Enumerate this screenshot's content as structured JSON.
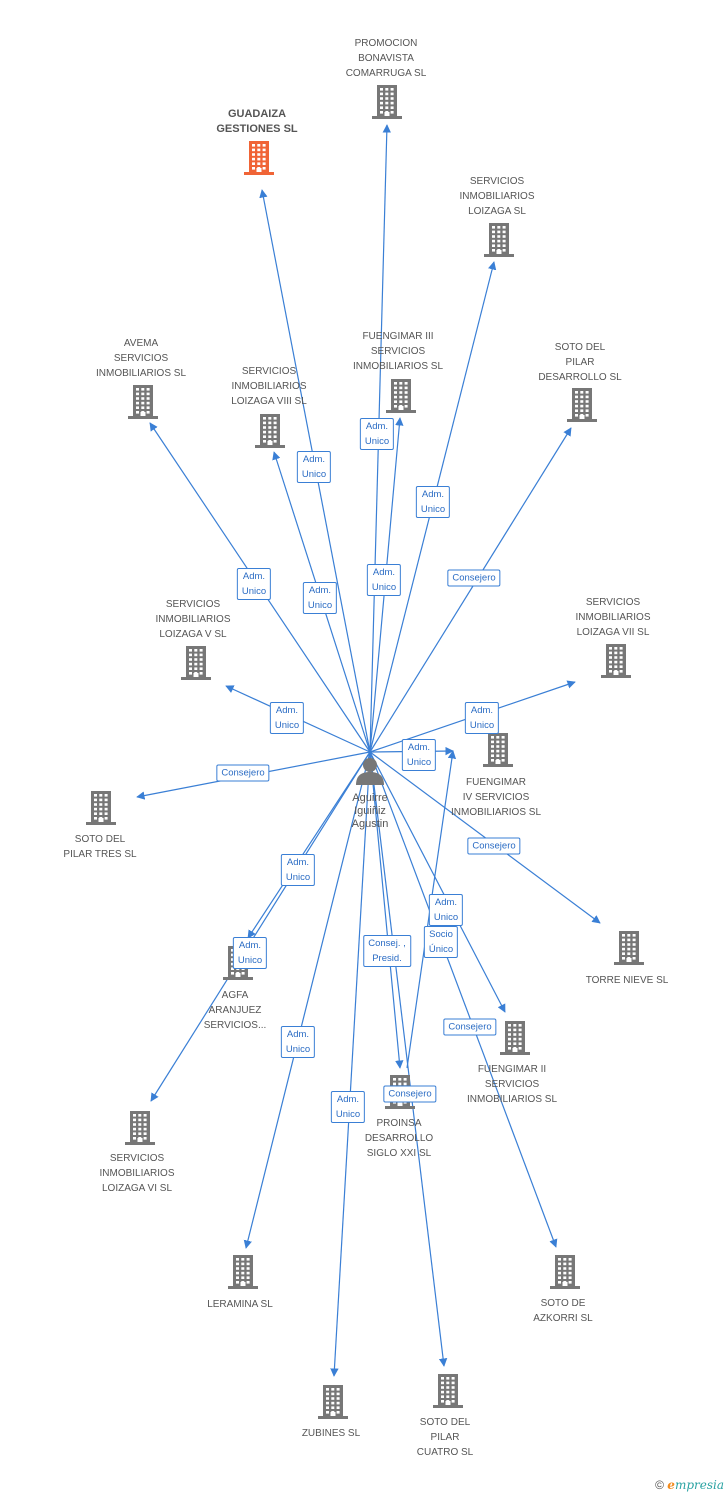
{
  "colors": {
    "edge": "#3a7fd5",
    "building": "#777777",
    "focus": "#f06436",
    "person": "#777777"
  },
  "person": {
    "id": "p",
    "label": "Aguirre\nIguiñiz\nAgustin",
    "icon": "person-icon"
  },
  "companies": [
    {
      "id": "guadaiza",
      "label": "GUADAIZA\nGESTIONES SL",
      "focus": true
    },
    {
      "id": "promocion",
      "label": "PROMOCION\nBONAVISTA\nCOMARRUGA SL"
    },
    {
      "id": "loizaga",
      "label": "SERVICIOS\nINMOBILIARIOS\nLOIZAGA SL"
    },
    {
      "id": "avema",
      "label": "AVEMA\nSERVICIOS\nINMOBILIARIOS SL"
    },
    {
      "id": "loizaga8",
      "label": "SERVICIOS\nINMOBILIARIOS\nLOIZAGA VIII SL"
    },
    {
      "id": "fuengimar3",
      "label": "FUENGIMAR III\nSERVICIOS\nINMOBILIARIOS SL"
    },
    {
      "id": "sotopilar",
      "label": "SOTO DEL\nPILAR\nDESARROLLO SL"
    },
    {
      "id": "loizaga5",
      "label": "SERVICIOS\nINMOBILIARIOS\nLOIZAGA V SL"
    },
    {
      "id": "loizaga7",
      "label": "SERVICIOS\nINMOBILIARIOS\nLOIZAGA VII SL"
    },
    {
      "id": "fuengimar4",
      "label": "FUENGIMAR\nIV SERVICIOS\nINMOBILIARIOS SL"
    },
    {
      "id": "sototres",
      "label": "SOTO DEL\nPILAR TRES SL"
    },
    {
      "id": "torrenieve",
      "label": "TORRE NIEVE SL"
    },
    {
      "id": "agfa",
      "label": "AGFA\nARANJUEZ\nSERVICIOS..."
    },
    {
      "id": "fuengimar2",
      "label": "FUENGIMAR II\nSERVICIOS\nINMOBILIARIOS SL"
    },
    {
      "id": "proinsa",
      "label": "PROINSA\nDESARROLLO\nSIGLO XXI SL"
    },
    {
      "id": "loizaga6",
      "label": "SERVICIOS\nINMOBILIARIOS\nLOIZAGA VI SL"
    },
    {
      "id": "leramina",
      "label": "LERAMINA SL"
    },
    {
      "id": "azkorri",
      "label": "SOTO DE\nAZKORRI SL"
    },
    {
      "id": "zubines",
      "label": "ZUBINES SL"
    },
    {
      "id": "sotocuatro",
      "label": "SOTO DEL\nPILAR\nCUATRO SL"
    }
  ],
  "relations": [
    {
      "to": "guadaiza",
      "label": "Adm.\nUnico"
    },
    {
      "to": "promocion",
      "label": "Adm.\nUnico"
    },
    {
      "to": "loizaga",
      "label": "Adm.\nUnico"
    },
    {
      "to": "avema",
      "label": "Adm.\nUnico"
    },
    {
      "to": "loizaga8",
      "label": "Adm.\nUnico"
    },
    {
      "to": "fuengimar3",
      "label": "Adm.\nUnico"
    },
    {
      "to": "sotopilar",
      "label": "Consejero"
    },
    {
      "to": "loizaga5",
      "label": "Adm.\nUnico"
    },
    {
      "to": "loizaga7",
      "label": "Adm.\nUnico"
    },
    {
      "to": "fuengimar4",
      "label": "Adm.\nUnico"
    },
    {
      "to": "sototres",
      "label": "Consejero"
    },
    {
      "to": "torrenieve",
      "label": "Consejero"
    },
    {
      "to": "agfa",
      "label": "Adm.\nUnico"
    },
    {
      "to": "loizaga6",
      "label": "Adm.\nUnico"
    },
    {
      "to": "fuengimar2",
      "label": "Adm.\nUnico"
    },
    {
      "to": "proinsa",
      "label": "Consej. ,\nPresid."
    },
    {
      "to": "leramina",
      "label": "Adm.\nUnico"
    },
    {
      "to": "zubines",
      "label": "Adm.\nUnico"
    },
    {
      "to": "azkorri",
      "label": "Consejero"
    },
    {
      "to": "sotocuatro",
      "label": "Consejero"
    },
    {
      "from": "proinsa",
      "to": "fuengimar4",
      "label": "Socio\nÚnico"
    }
  ],
  "footer": {
    "copyright": "©",
    "brand_e": "e",
    "brand": "mpresia"
  }
}
